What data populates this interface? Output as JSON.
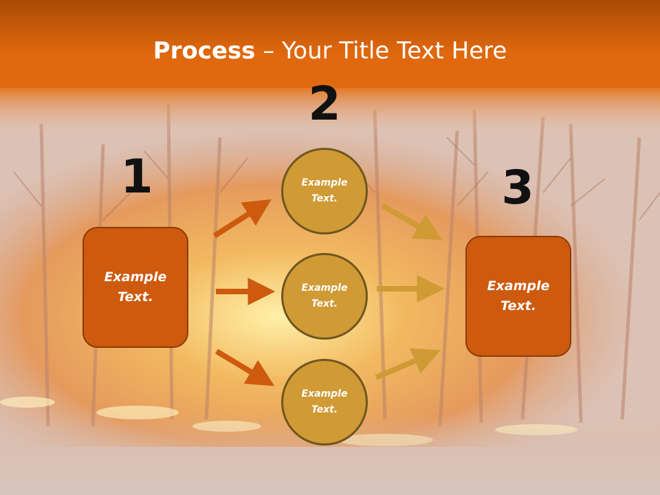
{
  "slide": {
    "title_bold": "Process",
    "title_rest": " – Your Title Text Here"
  },
  "steps": {
    "step1_number": "1",
    "step2_number": "2",
    "step3_number": "3"
  },
  "nodes": {
    "left_box": "Example\nText.",
    "circle_top": "Example\nText.",
    "circle_middle": "Example\nText.",
    "circle_bottom": "Example\nText.",
    "right_box": "Example\nText."
  },
  "colors": {
    "box_fill": "#cd5a0e",
    "circle_fill": "#d09a35",
    "arrow_orange": "#cd5a0e",
    "arrow_gold": "#d09a35",
    "header_band": "#e0680e"
  }
}
